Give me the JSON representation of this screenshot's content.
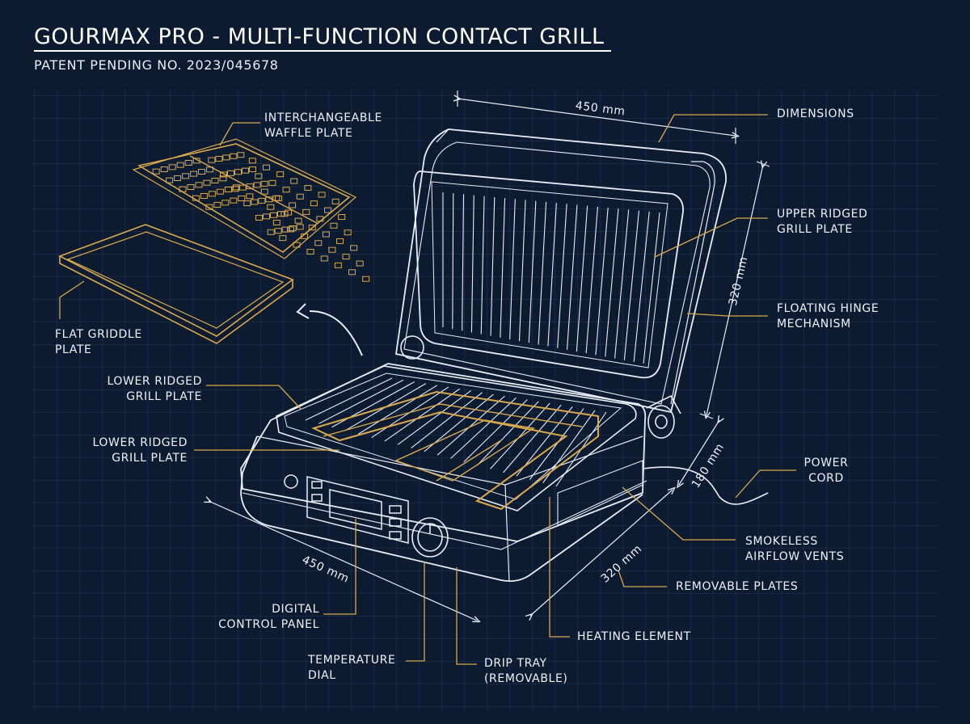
{
  "header": {
    "title": "GOURMAX PRO - MULTI-FUNCTION CONTACT GRILL",
    "subtitle": "PATENT PENDING NO. 2023/045678"
  },
  "labels": {
    "waffle_plate": "INTERCHANGEABLE\nWAFFLE PLATE",
    "flat_griddle": "FLAT GRIDDLE\nPLATE",
    "lower_ridged_1": "LOWER RIDGED\nGRILL PLATE",
    "lower_ridged_2": "LOWER RIDGED\nGRILL PLATE",
    "dimensions": "DIMENSIONS",
    "upper_ridged": "UPPER RIDGED\nGRILL PLATE",
    "floating_hinge": "FLOATING HINGE\nMECHANISM",
    "power_cord": "POWER\nCORD",
    "smokeless_vents": "SMOKELESS\nAIRFLOW VENTS",
    "removable_plates": "REMOVABLE PLATES",
    "heating_element": "HEATING ELEMENT",
    "digital_panel": "DIGITAL\nCONTROL PANEL",
    "temperature_dial": "TEMPERATURE\nDIAL",
    "drip_tray": "DRIP TRAY\n(REMOVABLE)"
  },
  "dimension_values": {
    "top_width": "450 mm",
    "lid_height": "320 mm",
    "base_depth": "180 mm",
    "base_width": "450 mm",
    "base_length": "320 mm"
  },
  "colors": {
    "background": "#0d1b31",
    "grid": "#22365a",
    "sketch": "#e8edf6",
    "accent": "#d9a94c"
  }
}
